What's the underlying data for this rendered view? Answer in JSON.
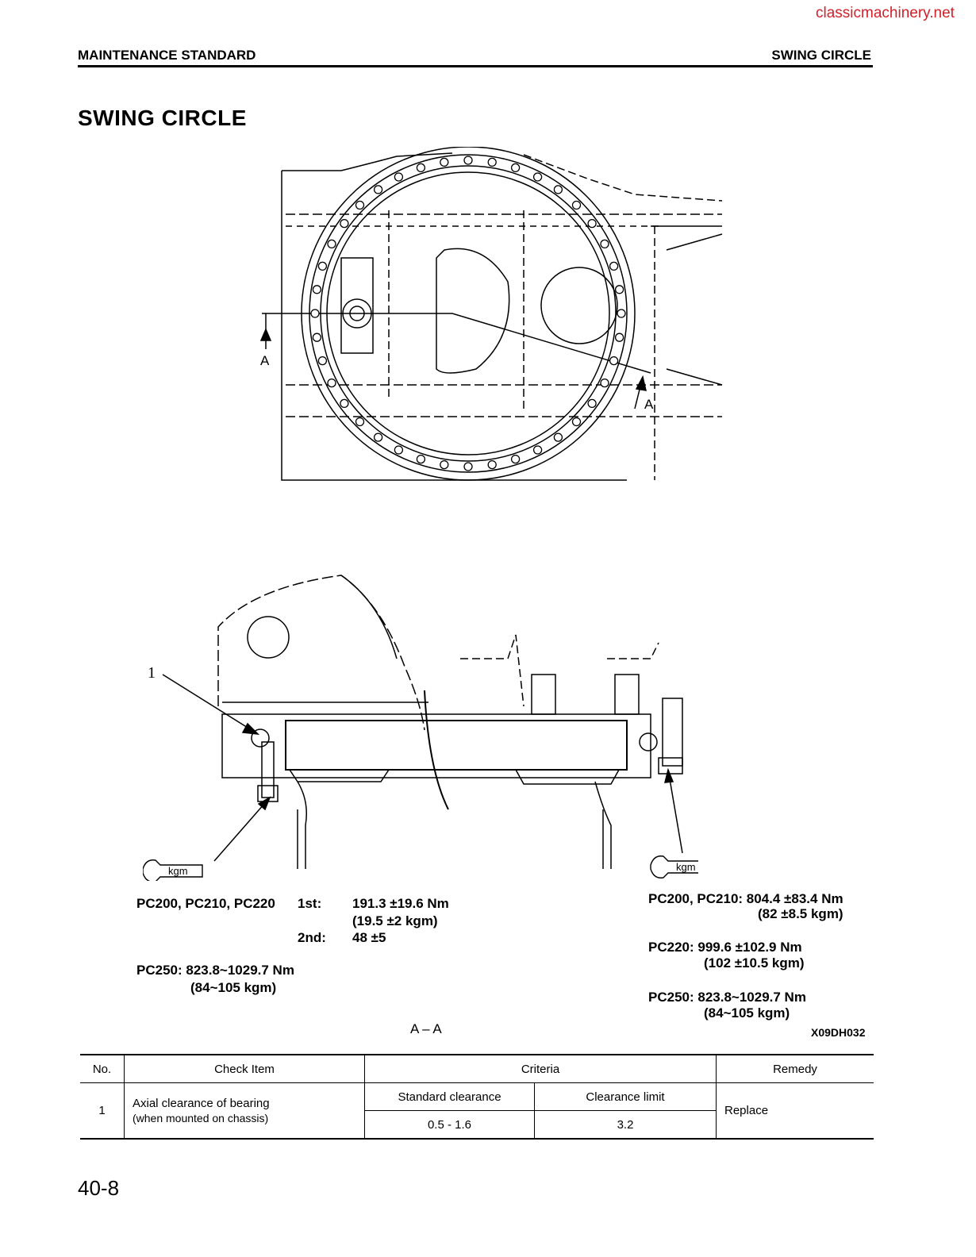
{
  "watermark": "classicmachinery.net",
  "header": {
    "left": "MAINTENANCE STANDARD",
    "right": "SWING CIRCLE"
  },
  "title": "SWING CIRCLE",
  "drawing": {
    "section_label": "A",
    "callout": "1",
    "torque_symbol": "kgm"
  },
  "torque_left": {
    "models": "PC200, PC210, PC220",
    "first_label": "1st:",
    "first_nm": "191.3 ±19.6 Nm",
    "first_kgm": "(19.5 ±2 kgm)",
    "second_label": "2nd:",
    "second_val": "48 ±5",
    "pc250": "PC250: 823.8~1029.7 Nm",
    "pc250_kgm": "(84~105 kgm)"
  },
  "torque_right": {
    "pc200_210": "PC200, PC210: 804.4 ±83.4 Nm",
    "pc200_210_kgm": "(82 ±8.5 kgm)",
    "pc220": "PC220: 999.6 ±102.9 Nm",
    "pc220_kgm": "(102 ±10.5 kgm)",
    "pc250": "PC250: 823.8~1029.7 Nm",
    "pc250_kgm": "(84~105 kgm)"
  },
  "section_caption": "A – A",
  "figure_code": "X09DH032",
  "table": {
    "headers": {
      "no": "No.",
      "check_item": "Check Item",
      "criteria": "Criteria",
      "remedy": "Remedy"
    },
    "row1": {
      "no": "1",
      "item_line1": "Axial clearance of bearing",
      "item_line2": "(when mounted on chassis)",
      "std_label": "Standard clearance",
      "limit_label": "Clearance limit",
      "std_value": "0.5 - 1.6",
      "limit_value": "3.2",
      "remedy": "Replace"
    }
  },
  "page_number": "40-8"
}
